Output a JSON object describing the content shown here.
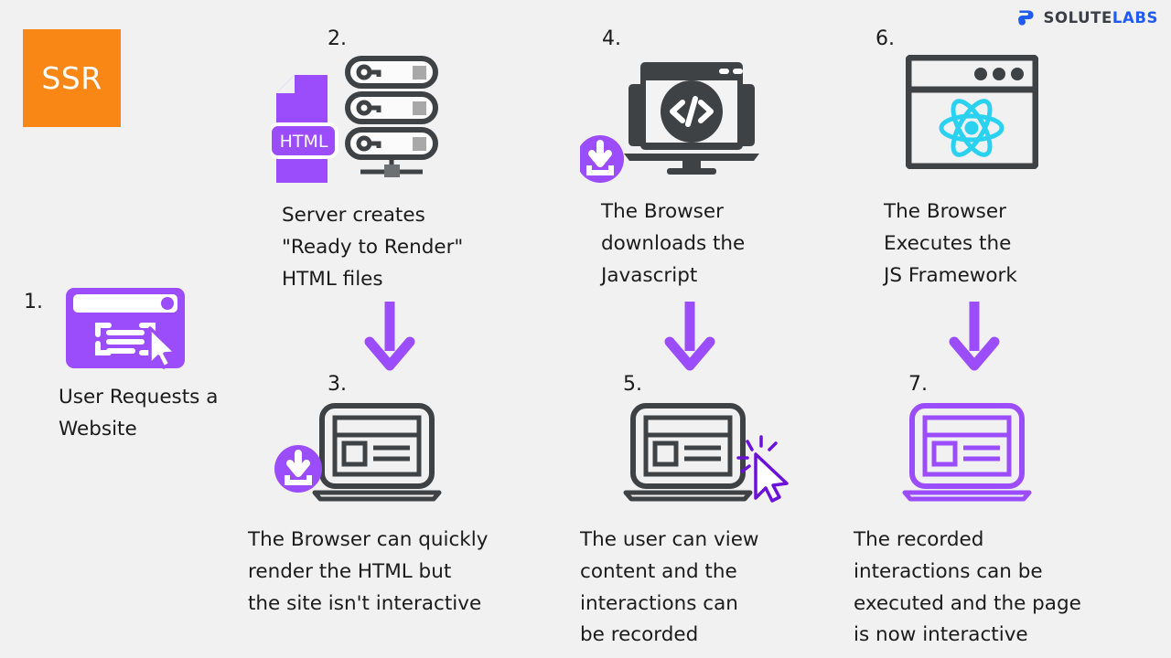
{
  "brand": {
    "name_part1": "SOLUTE",
    "name_part2": "LABS",
    "mark": "solutelabs-logo-icon",
    "color_dark": "#3a3f47",
    "color_blue": "#1e5bf0"
  },
  "badge": {
    "label": "SSR",
    "background": "#f98716",
    "text_color": "#ffffff"
  },
  "colors": {
    "background": "#f1f1f1",
    "purple": "#9b4dfb",
    "purple_light": "#a855f7",
    "dark": "#3f4245",
    "cyan": "#2ad2f0",
    "text": "#1b1b1b"
  },
  "steps": [
    {
      "number": "1.",
      "icon": "browser-window-cursor-icon",
      "caption": "User Requests a\nWebsite"
    },
    {
      "number": "2.",
      "icon": "server-rack-html-file-icon",
      "file_label": "HTML",
      "caption": "Server creates\n\"Ready to Render\"\nHTML files"
    },
    {
      "number": "3.",
      "icon": "laptop-download-icon",
      "caption": "The Browser can quickly\nrender the HTML but\nthe site isn't interactive"
    },
    {
      "number": "4.",
      "icon": "monitor-code-download-icon",
      "caption": "The Browser\ndownloads the\nJavascript"
    },
    {
      "number": "5.",
      "icon": "laptop-click-cursor-icon",
      "caption": "The user can view\ncontent and the\ninteractions can\nbe recorded"
    },
    {
      "number": "6.",
      "icon": "browser-react-logo-icon",
      "caption": "The Browser\nExecutes the\nJS Framework"
    },
    {
      "number": "7.",
      "icon": "laptop-purple-icon",
      "caption": "The recorded\ninteractions can be\nexecuted and the page\nis now interactive"
    }
  ],
  "arrows": [
    {
      "name": "arrow-step2-to-step3",
      "direction": "down"
    },
    {
      "name": "arrow-step4-to-step5",
      "direction": "down"
    },
    {
      "name": "arrow-step6-to-step7",
      "direction": "down"
    }
  ]
}
